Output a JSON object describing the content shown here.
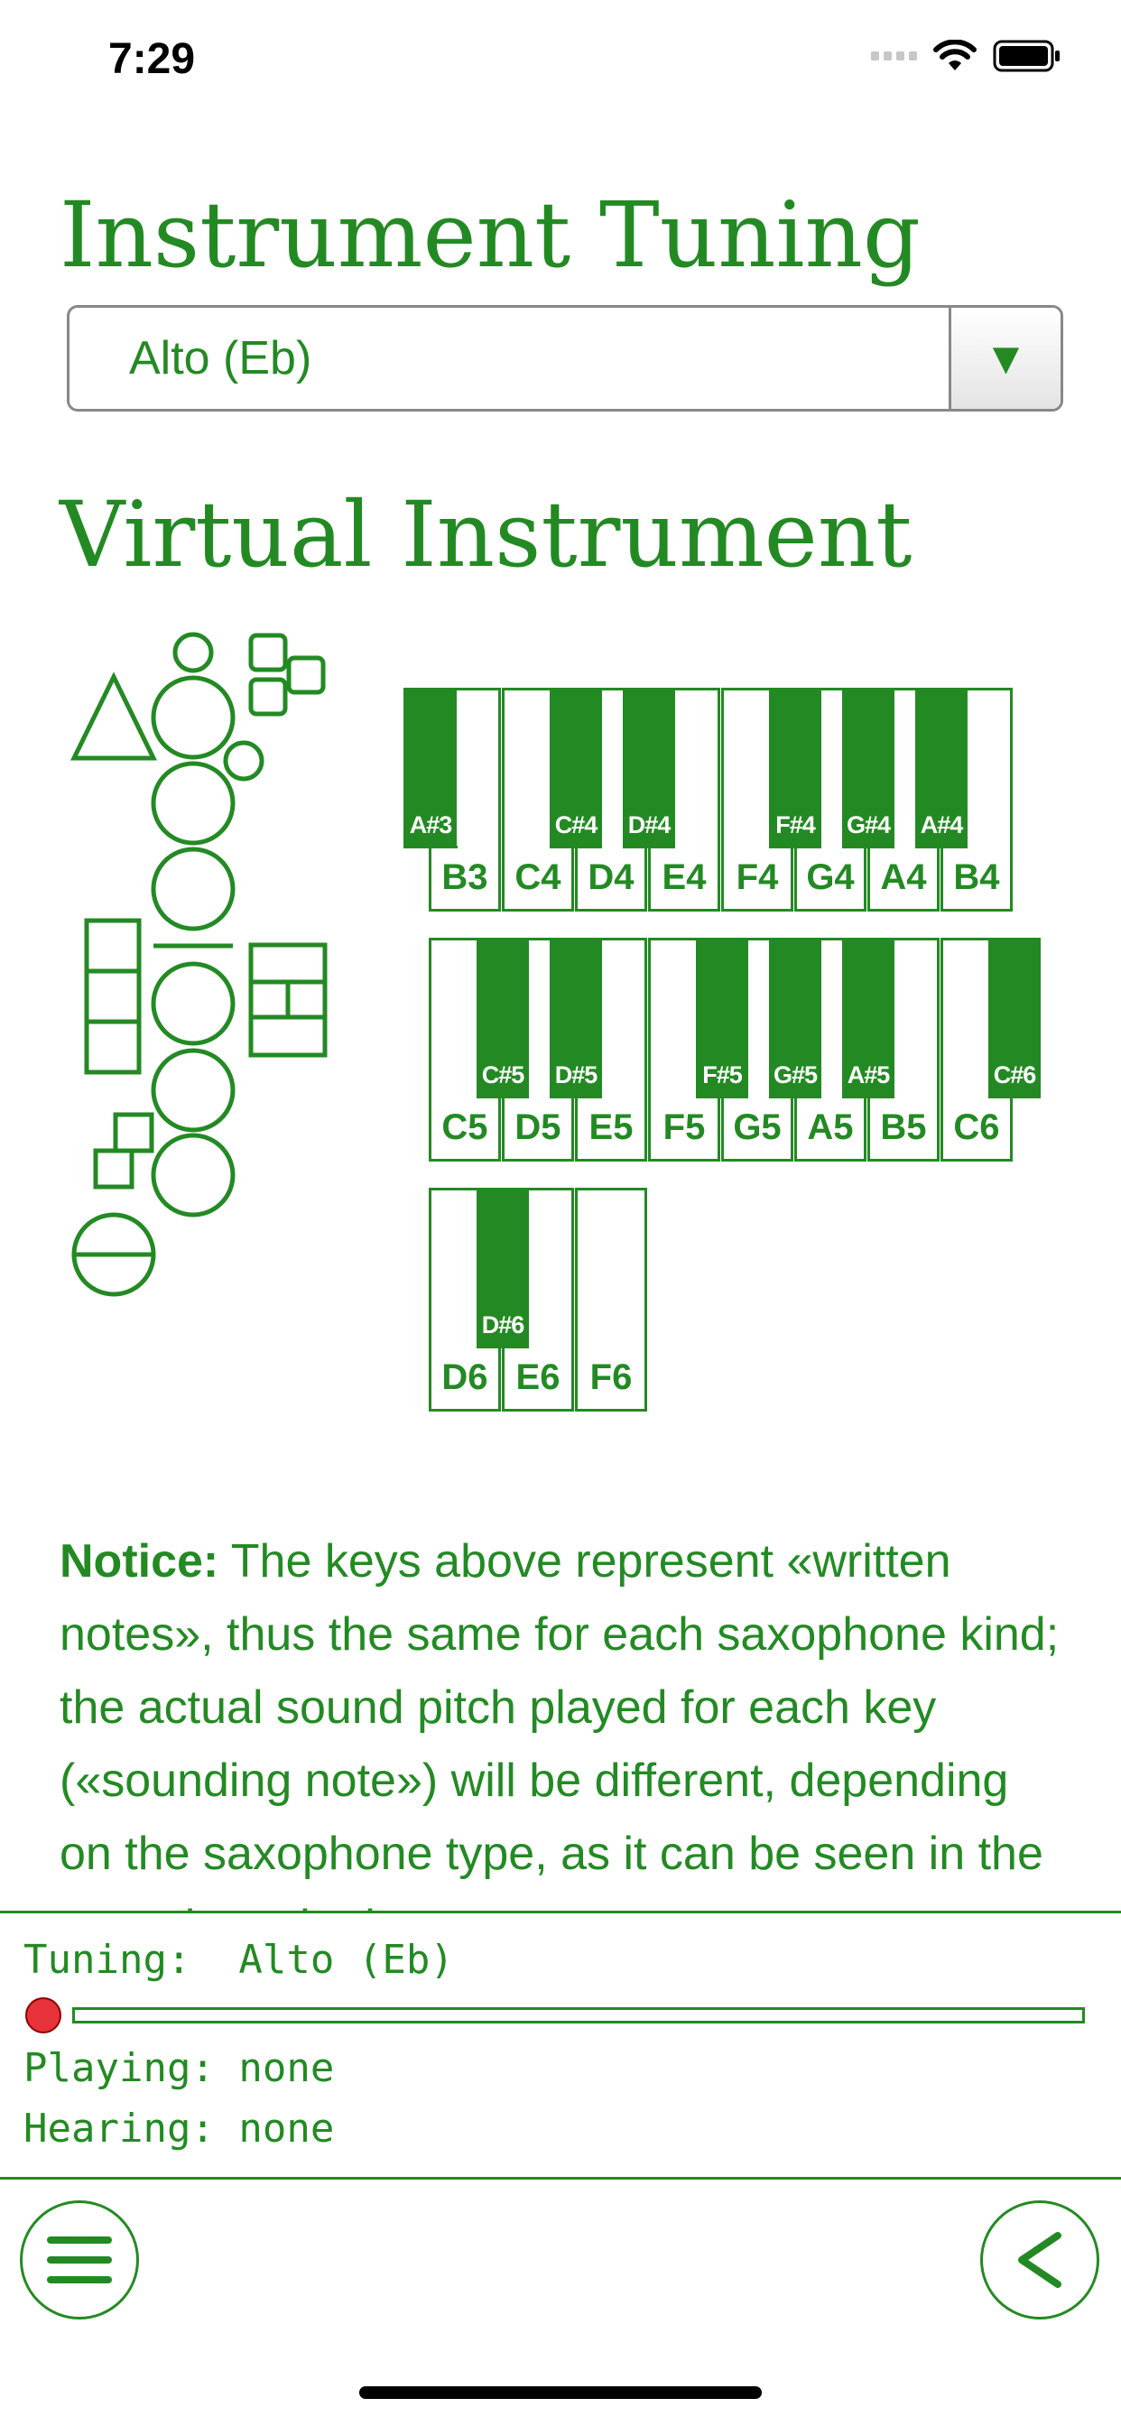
{
  "status_bar": {
    "time": "7:29"
  },
  "colors": {
    "accent": "#238a23",
    "record": "#e8323a"
  },
  "tuning_section": {
    "title": "Instrument Tuning",
    "selected": "Alto (Eb)",
    "arrow": "▼"
  },
  "instrument_section": {
    "title": "Virtual Instrument"
  },
  "keyboard": {
    "rows": [
      {
        "white": [
          "B3",
          "C4",
          "D4",
          "E4",
          "F4",
          "G4",
          "A4",
          "B4"
        ],
        "black": [
          {
            "label": "A#3"
          },
          {
            "label": "C#4"
          },
          {
            "label": "D#4"
          },
          {
            "label": "F#4"
          },
          {
            "label": "G#4"
          },
          {
            "label": "A#4"
          }
        ]
      },
      {
        "white": [
          "C5",
          "D5",
          "E5",
          "F5",
          "G5",
          "A5",
          "B5",
          "C6"
        ],
        "black": [
          {
            "label": "C#5"
          },
          {
            "label": "D#5"
          },
          {
            "label": "F#5"
          },
          {
            "label": "G#5"
          },
          {
            "label": "A#5"
          },
          {
            "label": "C#6"
          }
        ]
      },
      {
        "white": [
          "D6",
          "E6",
          "F6"
        ],
        "black": [
          {
            "label": "D#6"
          }
        ]
      }
    ]
  },
  "notice": {
    "label": "Notice:",
    "text": "The keys above represent «written notes», thus the same for each saxophone kind; the actual sound pitch played for each key («sounding note») will be different, depending on the saxophone type, as it can be seen in the console at the bottom."
  },
  "console": {
    "tuning_label": "Tuning:",
    "tuning_value": "Alto (Eb)",
    "progress": 0,
    "playing_label": "Playing:",
    "playing_value": "none",
    "hearing_label": "Hearing:",
    "hearing_value": "none"
  },
  "icons": {
    "menu": "hamburger-menu-icon",
    "back": "chevron-left-icon"
  }
}
